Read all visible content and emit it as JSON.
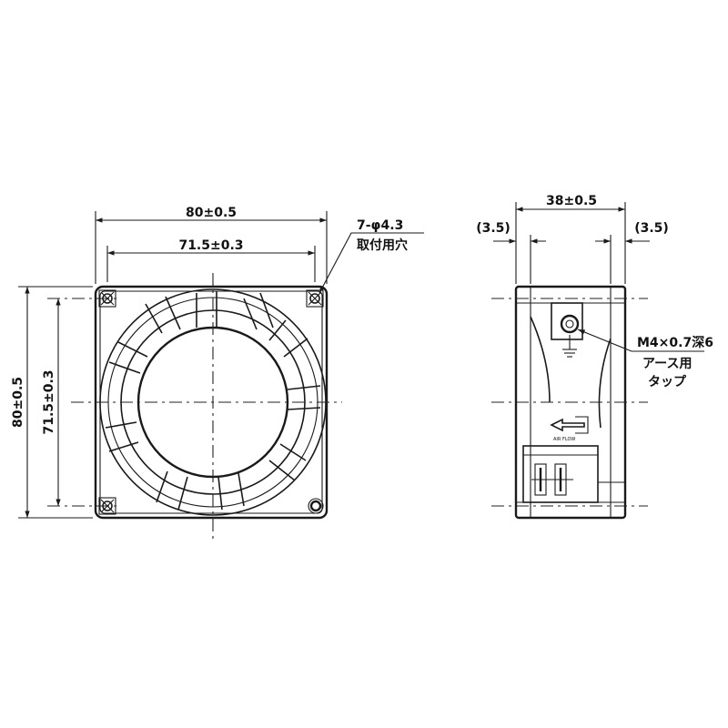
{
  "front_view": {
    "dim_outer_width": "80±0.5",
    "dim_hole_pitch_h": "71.5±0.3",
    "dim_outer_height": "80±0.5",
    "dim_hole_pitch_v": "71.5±0.3",
    "hole_spec": "7-φ4.3",
    "hole_note": "取付用穴"
  },
  "side_view": {
    "dim_depth": "38±0.5",
    "dim_left_offset": "(3.5)",
    "dim_right_offset": "(3.5)",
    "tap_spec": "M4×0.7深6",
    "tap_note_line1": "アース用",
    "tap_note_line2": "タップ",
    "airflow_label": "AIR FLOW"
  }
}
